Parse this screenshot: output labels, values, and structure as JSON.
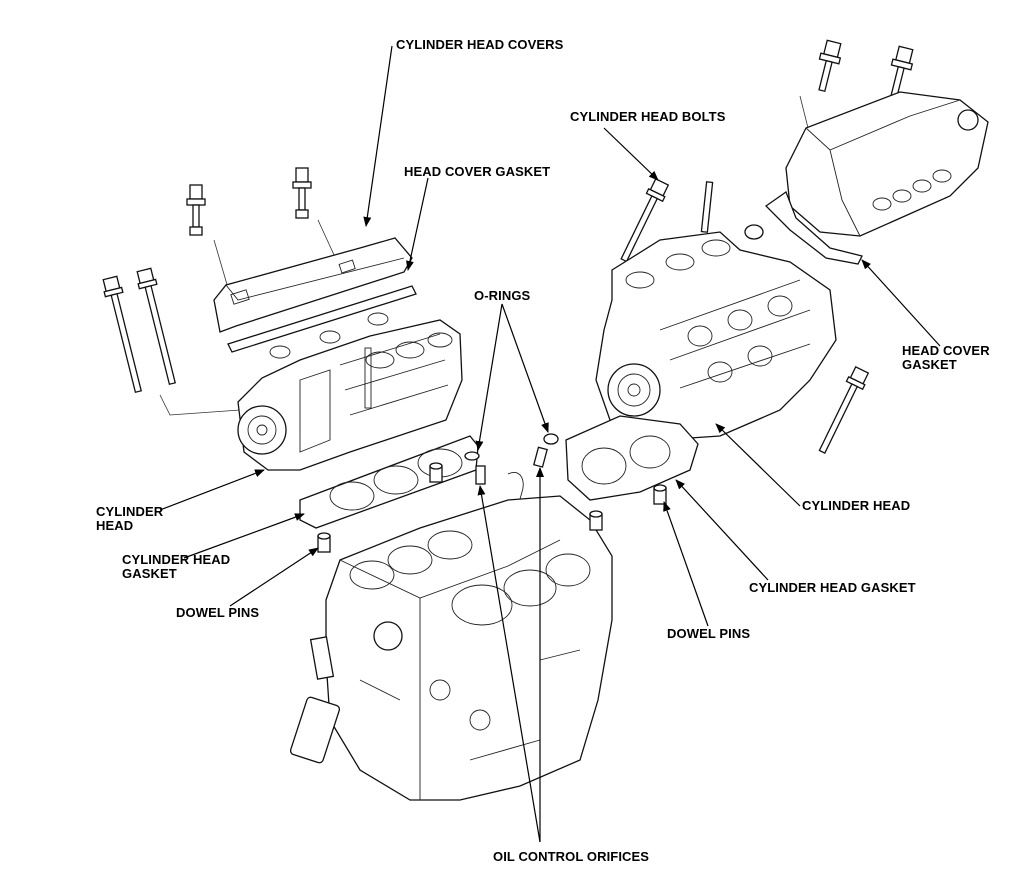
{
  "labels": {
    "cylinder_head_covers": "CYLINDER HEAD COVERS",
    "head_cover_gasket_left": "HEAD COVER GASKET",
    "cylinder_head_bolts": "CYLINDER HEAD BOLTS",
    "o_rings": "O-RINGS",
    "head_cover_gasket_right_line1": "HEAD COVER",
    "head_cover_gasket_right_line2": "GASKET",
    "cylinder_head_left_line1": "CYLINDER",
    "cylinder_head_left_line2": "HEAD",
    "cylinder_head_right": "CYLINDER HEAD",
    "cylinder_head_gasket_left_line1": "CYLINDER HEAD",
    "cylinder_head_gasket_left_line2": "GASKET",
    "cylinder_head_gasket_right": "CYLINDER HEAD GASKET",
    "dowel_pins_left": "DOWEL PINS",
    "dowel_pins_right": "DOWEL PINS",
    "oil_control_orifices": "OIL CONTROL ORIFICES"
  },
  "colors": {
    "ink": "#000000",
    "paper": "#ffffff"
  }
}
